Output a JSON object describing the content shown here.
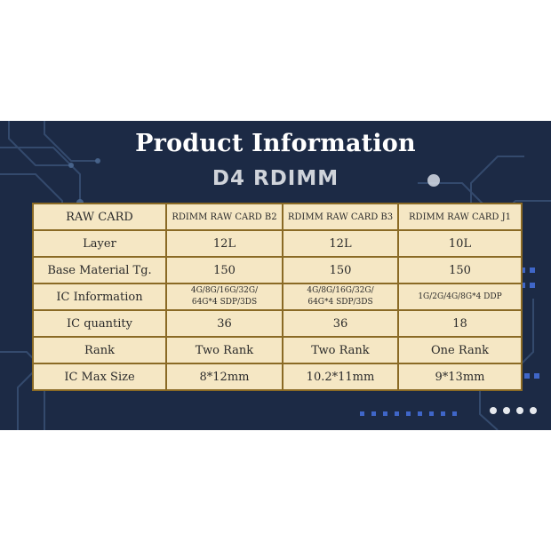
{
  "title": "Product Information",
  "subtitle": "D4 RDIMM",
  "colors": {
    "background": "#1c2a45",
    "table": "#f5e7c4",
    "border": "#8a6a25"
  },
  "header": {
    "label": "RAW CARD",
    "columns": [
      "RDIMM RAW CARD B2",
      "RDIMM RAW CARD B3",
      "RDIMM RAW CARD J1"
    ]
  },
  "rows": [
    {
      "label": "Layer",
      "values": [
        "12L",
        "12L",
        "10L"
      ]
    },
    {
      "label": "Base Material Tg.",
      "values": [
        "150",
        "150",
        "150"
      ]
    },
    {
      "label": "IC Information",
      "values": [
        [
          "4G/8G/16G/32G/",
          "64G*4 SDP/3DS"
        ],
        [
          "4G/8G/16G/32G/",
          "64G*4 SDP/3DS"
        ],
        [
          "1G/2G/4G/8G*4 DDP"
        ]
      ]
    },
    {
      "label": "IC quantity",
      "values": [
        "36",
        "36",
        "18"
      ]
    },
    {
      "label": "Rank",
      "values": [
        "Two Rank",
        "Two Rank",
        "One Rank"
      ]
    },
    {
      "label": "IC Max Size",
      "values": [
        "8*12mm",
        "10.2*11mm",
        "9*13mm"
      ]
    }
  ]
}
